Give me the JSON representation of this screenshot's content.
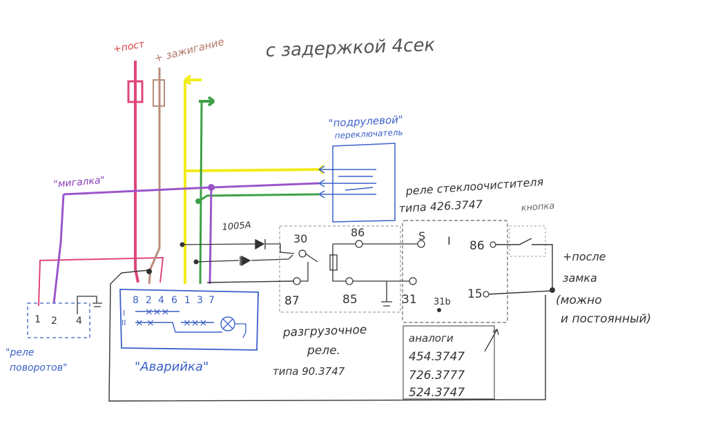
{
  "title": "с задержкой 4сек",
  "colors": {
    "pink": "#e0457a",
    "brown": "#b98c7a",
    "yellow": "#f2ec1a",
    "green": "#3ea046",
    "purple": "#9a55c9",
    "blue_ink": "#3a5fc8",
    "black_ink": "#333333",
    "red_ink": "#d94040"
  },
  "labels": {
    "plus_post": "+пост",
    "plus_ignition": "+ зажигание",
    "column_switch_1": "\"подрулевой\"",
    "column_switch_2": "переключатель",
    "blinker": "\"мигалка\"",
    "wiper_relay": "реле стеклоочистителя",
    "wiper_type": "типа 426.3747",
    "button": "кнопка",
    "diode_rating": "1005А",
    "after_lock_1": "+после",
    "after_lock_2": "замка",
    "after_lock_3": "(можно",
    "after_lock_4": "и постоянный)",
    "unload_relay_1": "разгрузочное",
    "unload_relay_2": "реле.",
    "unload_relay_type": "типа 90.3747",
    "analogs_title": "аналоги",
    "analog_1": "454.3747",
    "analog_2": "726.3777",
    "analog_3": "524.3747",
    "turn_relay_1": "\"реле",
    "turn_relay_2": "поворотов\"",
    "hazard": "\"Аварийка\""
  },
  "pins": {
    "hazard": [
      "8",
      "2",
      "4",
      "6",
      "1",
      "3",
      "7"
    ],
    "turn_relay": [
      "1",
      "2",
      "4"
    ],
    "hazard_rows": [
      "I",
      "II"
    ],
    "relay_unload": [
      "30",
      "86",
      "87",
      "85"
    ],
    "relay_wiper": [
      "86",
      "15",
      "31",
      "31b",
      "S",
      "I"
    ]
  }
}
